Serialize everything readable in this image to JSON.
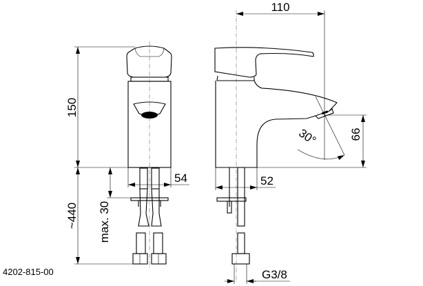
{
  "drawing": {
    "part_number": "4202-815-00",
    "front_view": {
      "height_dim": "150",
      "hose_length_dim": "~440",
      "max_thickness_dim": "max. 30",
      "width_dim": "54"
    },
    "side_view": {
      "reach_dim": "110",
      "spout_height_dim": "66",
      "angle_dim": "30°",
      "base_dim": "52",
      "thread_dim": "G3/8"
    }
  }
}
